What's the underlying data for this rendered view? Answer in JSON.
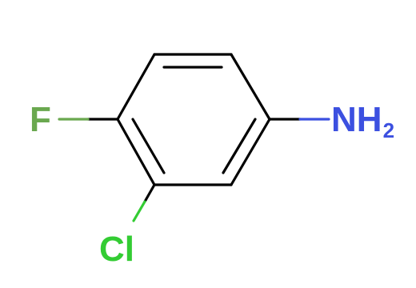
{
  "molecule": {
    "atoms": {
      "fluorine": {
        "label": "F",
        "color": "#6aa84f"
      },
      "chlorine": {
        "label": "Cl",
        "color": "#33cc33"
      },
      "amine": {
        "label": "NH",
        "subscript": "2",
        "color": "#3c50e0"
      }
    },
    "bond_color": "#000000"
  }
}
